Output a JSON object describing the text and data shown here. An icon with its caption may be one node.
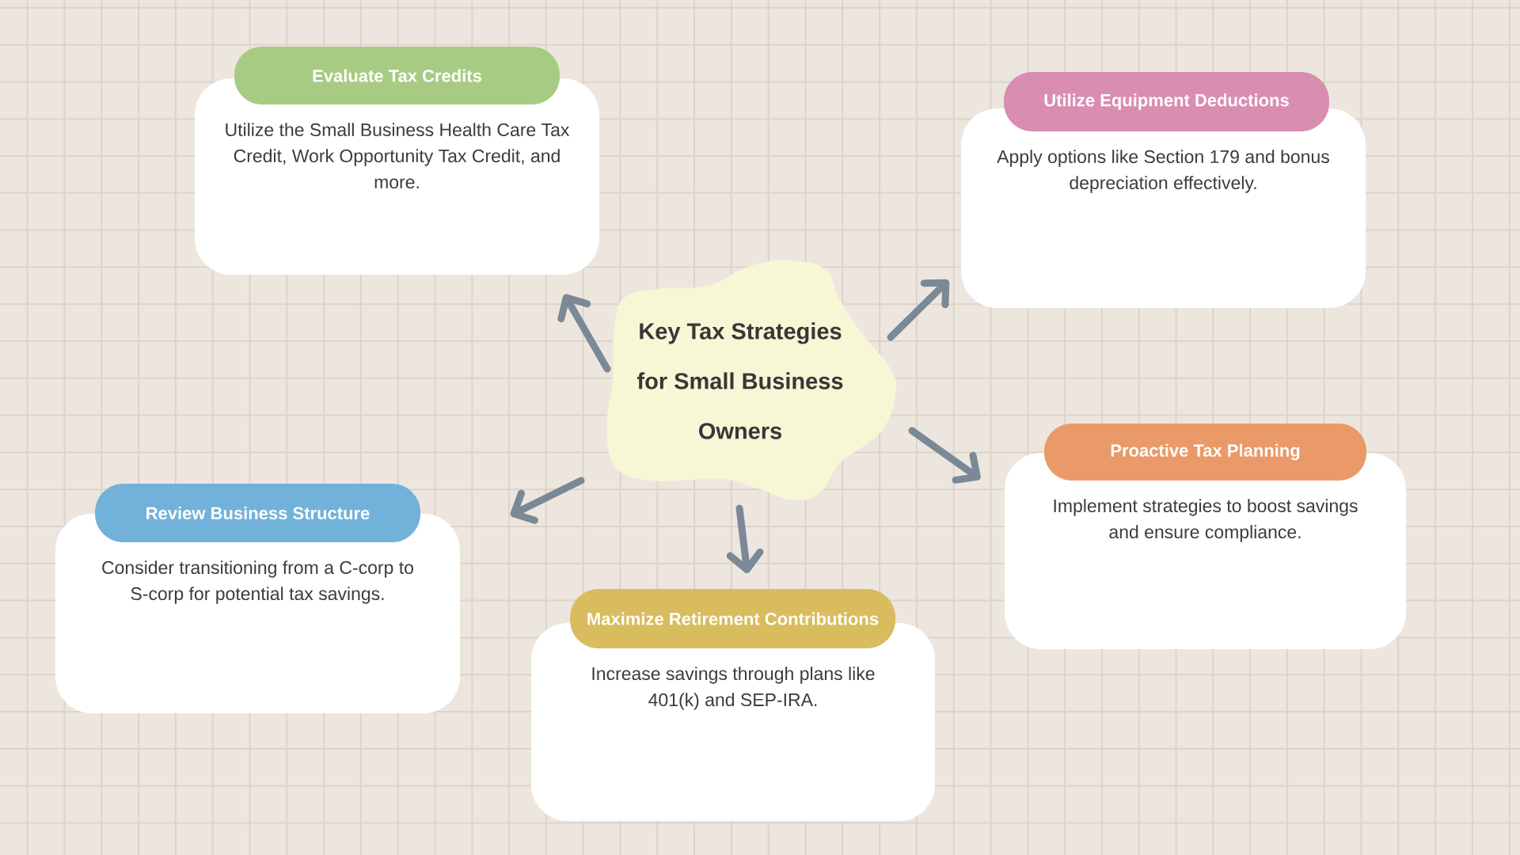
{
  "diagram": {
    "nodes": [
      {
        "text": [
          "Evaluate Tax Credits",
          "Utilize the Small Business Health Care Tax Credit, Work Opportunity Tax Credit, and more."
        ]
      },
      {
        "text": [
          "Utilize Equipment Deductions",
          "Apply options like Section 179 and bonus depreciation effectively."
        ]
      },
      {
        "text": [
          "Key Tax Strategies for Small Business Owners"
        ]
      },
      {
        "text": [
          "Proactive Tax Planning",
          "Implement strategies to boost savings and ensure compliance."
        ]
      },
      {
        "text": [
          "Review Business Structure",
          "Consider transitioning from a C-corp to S-corp for potential tax savings."
        ]
      },
      {
        "text": [
          "Maximize Retirement Contributions",
          "Increase savings through plans like 401(k) and SEP-IRA."
        ]
      }
    ],
    "edges": [
      {
        "from": 2,
        "to": 0,
        "arrow": "to"
      },
      {
        "from": 2,
        "to": 1,
        "arrow": "to"
      },
      {
        "from": 2,
        "to": 3,
        "arrow": "to"
      },
      {
        "from": 2,
        "to": 4,
        "arrow": "to"
      },
      {
        "from": 2,
        "to": 5,
        "arrow": "to"
      }
    ]
  }
}
